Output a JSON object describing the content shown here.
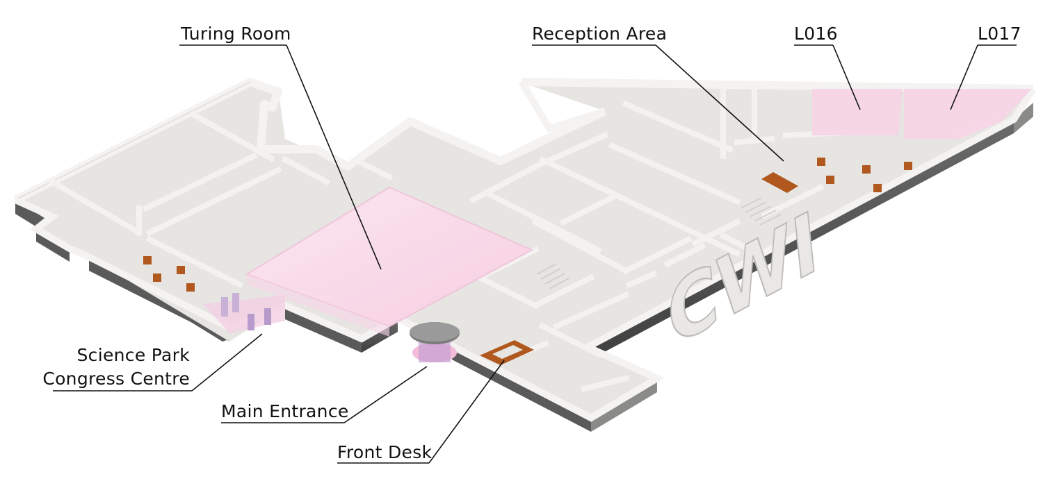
{
  "labels": {
    "turing_room": "Turing Room",
    "reception_area": "Reception Area",
    "l016": "L016",
    "l017": "L017",
    "science_park_line1": "Science Park",
    "science_park_line2": "Congress Centre",
    "main_entrance": "Main Entrance",
    "front_desk": "Front Desk"
  },
  "building_lettering": "CWI",
  "colors": {
    "highlight_room": "#f7d3e6",
    "furniture": "#b0581e",
    "floor": "#e6e5e2",
    "wall": "#f1f0ee",
    "outer_side": "#5a5a5a"
  }
}
